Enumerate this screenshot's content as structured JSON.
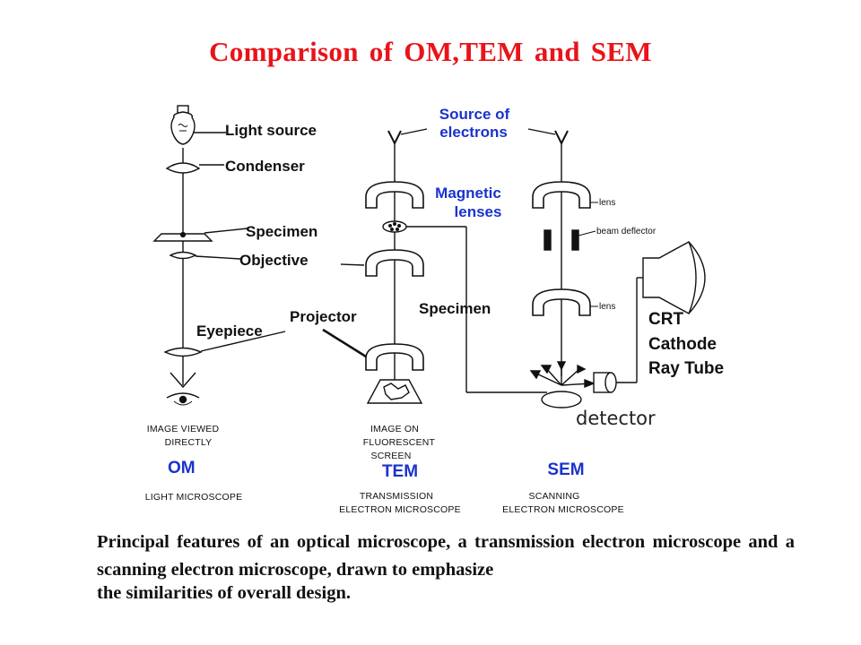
{
  "title": "Comparison of OM,TEM and SEM",
  "om": {
    "light_source": "Light source",
    "condenser": "Condenser",
    "specimen": "Specimen",
    "objective": "Objective",
    "eyepiece": "Eyepiece",
    "image_line1": "IMAGE VIEWED",
    "image_line2": "DIRECTLY",
    "mode": "OM",
    "name": "LIGHT MICROSCOPE"
  },
  "tem": {
    "source_line1": "Source of",
    "source_line2": "electrons",
    "magnetic_line1": "Magnetic",
    "magnetic_line2": "lenses",
    "specimen": "Specimen",
    "projector": "Projector",
    "image_line1": "IMAGE ON",
    "image_line2": "FLUORESCENT",
    "image_line3": "SCREEN",
    "mode": "TEM",
    "name_line1": "TRANSMISSION",
    "name_line2": "ELECTRON MICROSCOPE"
  },
  "sem": {
    "lens_top": "lens",
    "beam_deflector": "beam deflector",
    "lens_bottom": "lens",
    "crt_line1": "CRT",
    "crt_line2": "Cathode",
    "crt_line3": "Ray Tube",
    "detector": "detector",
    "mode": "SEM",
    "name_line1": "SCANNING",
    "name_line2": "ELECTRON MICROSCOPE"
  },
  "caption_main": "Principal features of an optical microscope, a transmission electron microscope and a scanning electron microscope, drawn to emphasize",
  "caption_last": "the similarities of overall design."
}
